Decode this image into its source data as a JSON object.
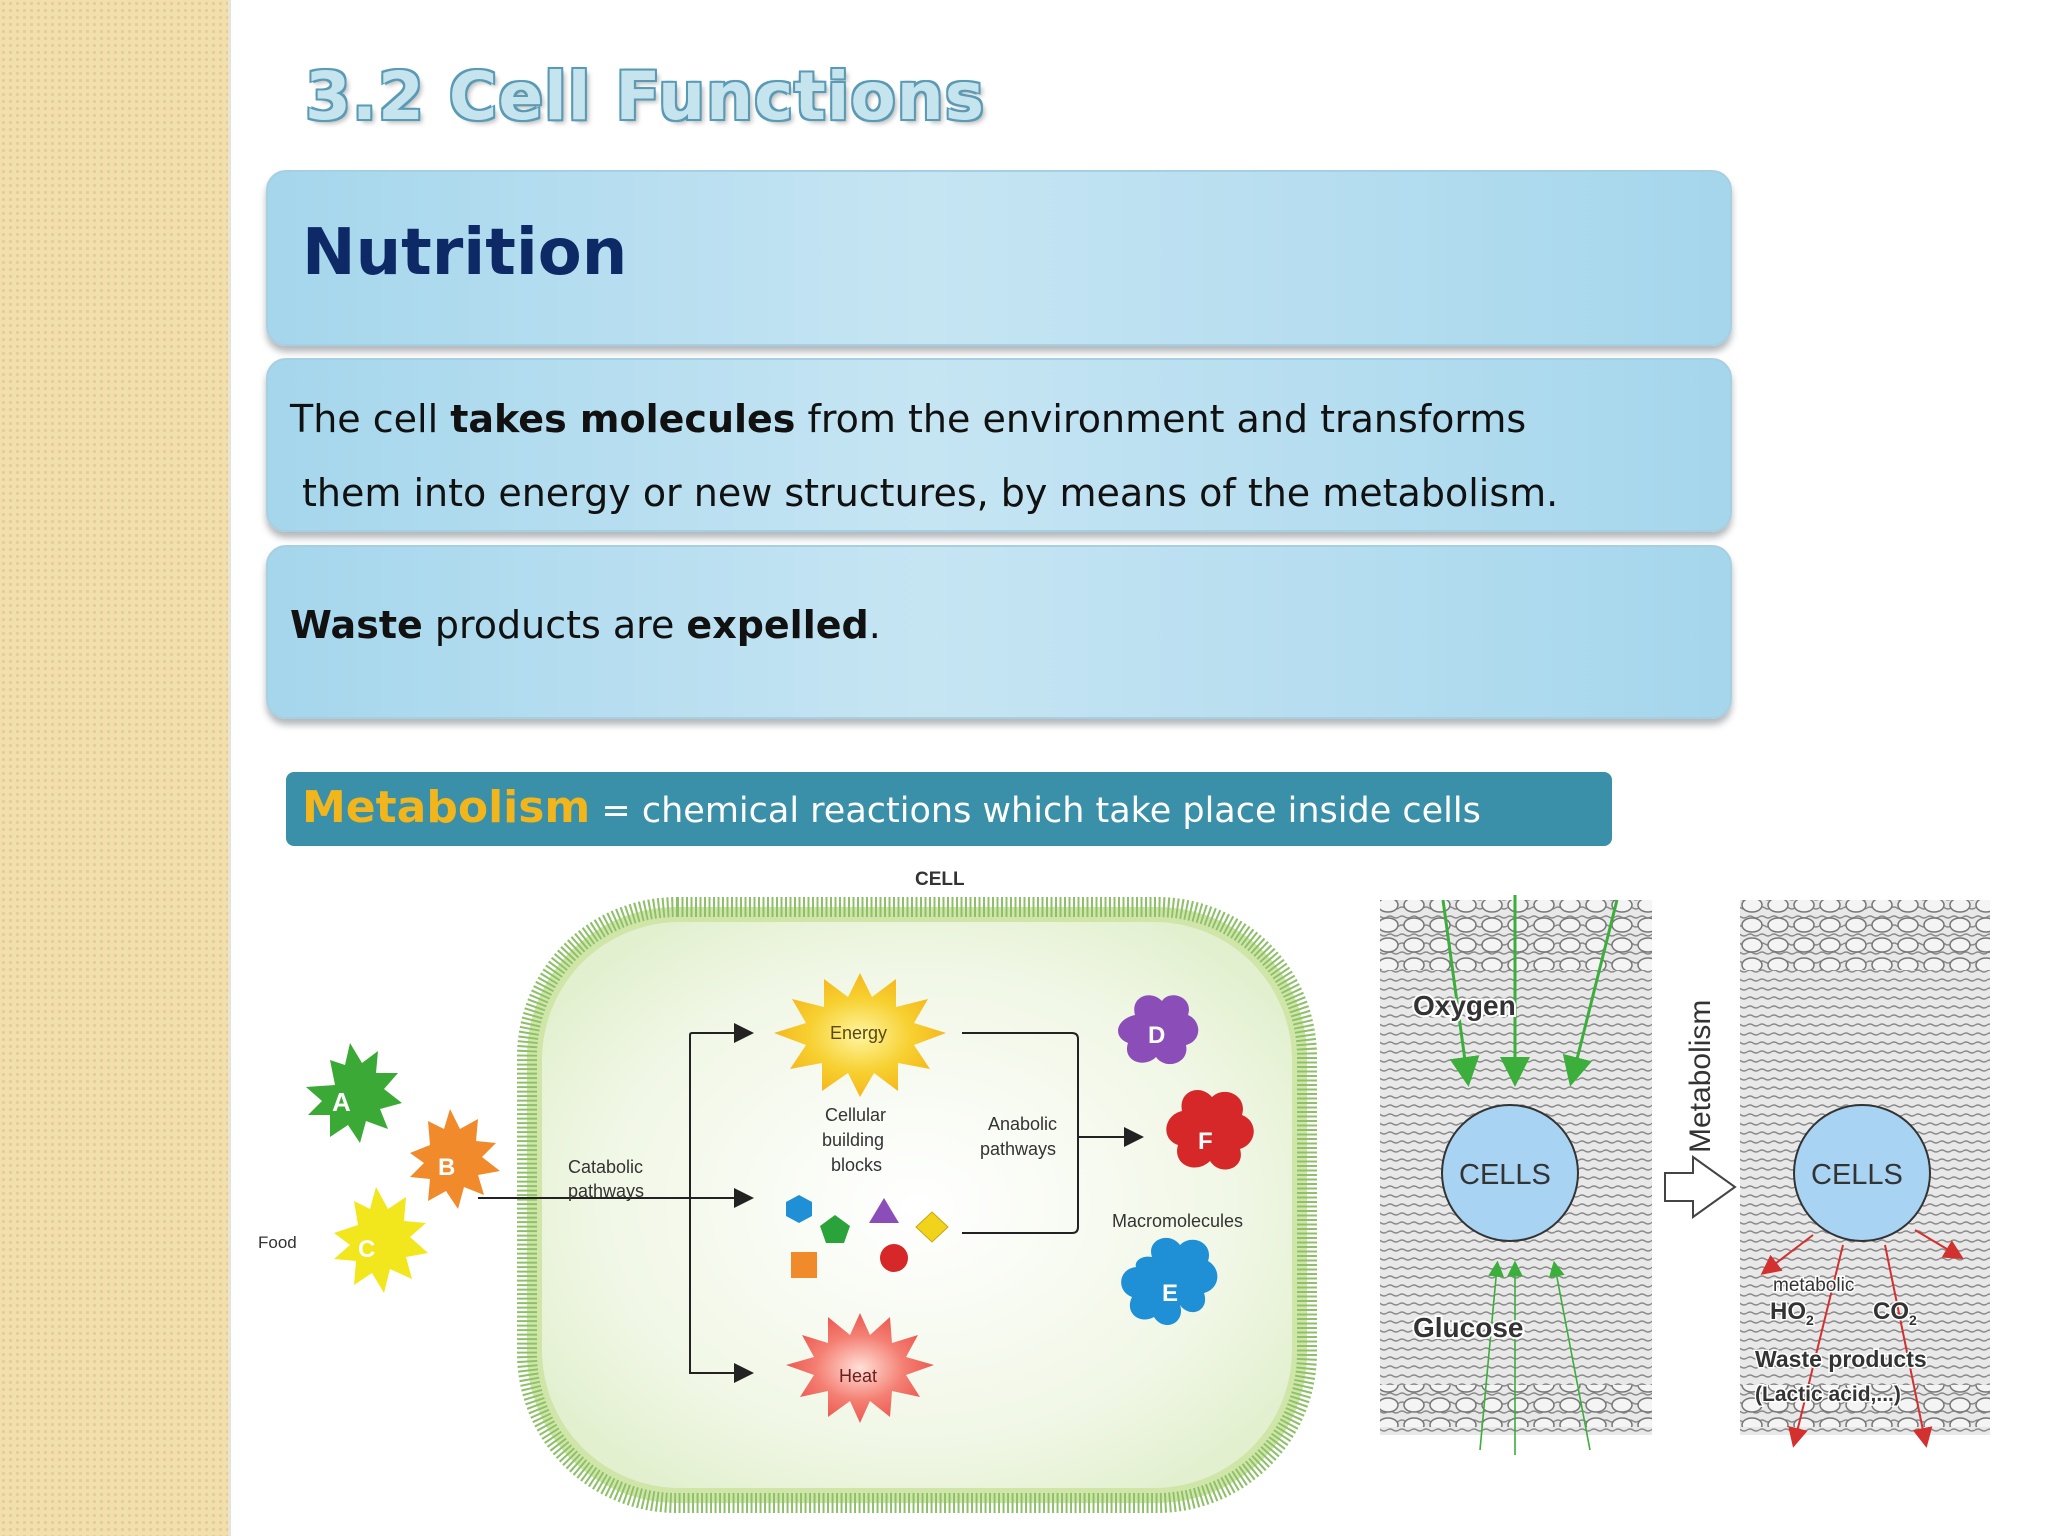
{
  "slide": {
    "title": "3.2 Cell Functions",
    "heading": "Nutrition",
    "description": {
      "part1": "The cell ",
      "bold1": "takes molecules",
      "part2": " from the environment and transforms",
      "line2": "them into energy or new structures, by means of the metabolism."
    },
    "waste": {
      "bold1": "Waste",
      "part1": " products are ",
      "bold2": "expelled",
      "part2": "."
    },
    "metabolism": {
      "term": "Metabolism",
      "definition": " = chemical reactions which take place inside cells"
    }
  },
  "cell_diagram": {
    "cell_label": "CELL",
    "food_label": "Food",
    "food_items": [
      "A",
      "B",
      "C"
    ],
    "catabolic": [
      "Catabolic",
      "pathways"
    ],
    "energy": "Energy",
    "building_blocks": [
      "Cellular",
      "building",
      "blocks"
    ],
    "heat": "Heat",
    "anabolic": [
      "Anabolic",
      "pathways"
    ],
    "macromolecule_items": [
      "D",
      "F",
      "E"
    ],
    "macromolecules_label": "Macromolecules"
  },
  "tissue_diagram": {
    "oxygen": "Oxygen",
    "glucose": "Glucose",
    "cells": "CELLS",
    "metabolism": "Metabolism",
    "metabolic": "metabolic",
    "ho": "HO",
    "co": "CO",
    "sub2": "2",
    "waste_products": "Waste products",
    "lactic": "(Lactic acid,...)"
  },
  "colors": {
    "title_fill": "#c6e4ee",
    "heading": "#0e2a66",
    "banner": "#3a90a8",
    "metabolism_term": "#f2b51c",
    "panel": "#a5d6ec",
    "food_a": "#3aa935",
    "food_b": "#f08a2a",
    "food_c": "#f2e61c",
    "macro_d": "#8b4db8",
    "macro_f": "#d62828",
    "macro_e": "#1f8fd6",
    "cells_circle": "#a8d3f2",
    "oxygen_arrows": "#3cae3c",
    "waste_arrows": "#d33030"
  }
}
